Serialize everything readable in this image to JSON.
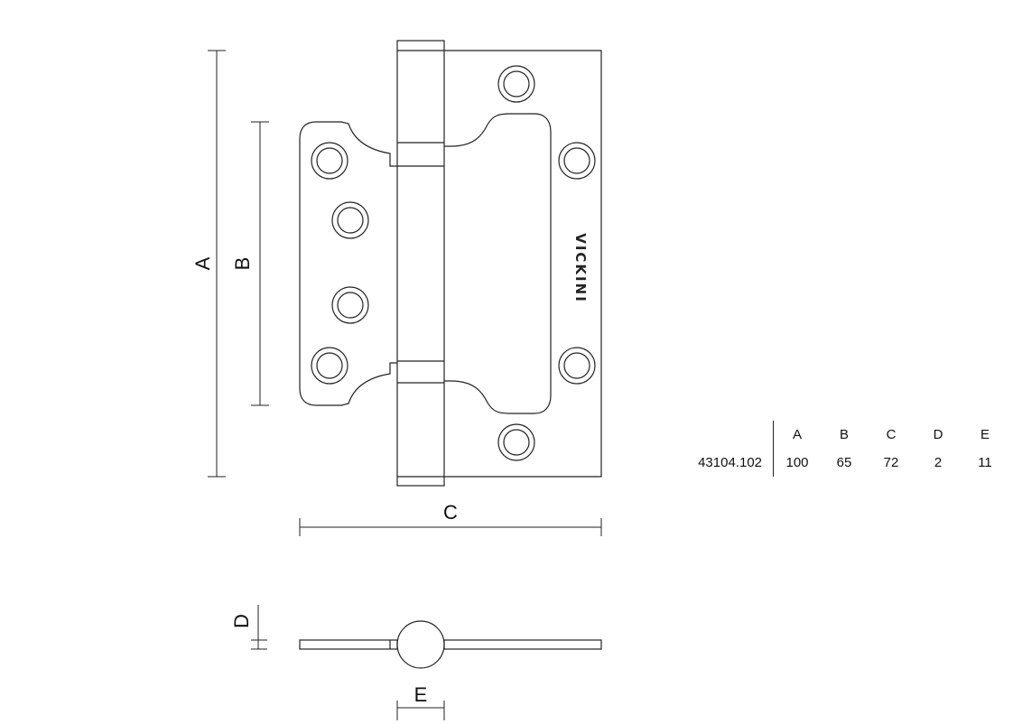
{
  "dimensions": {
    "a_label": "A",
    "b_label": "B",
    "c_label": "C",
    "d_label": "D",
    "e_label": "E"
  },
  "brand": {
    "logo_text": "VICKINI"
  },
  "spec_table": {
    "headers": [
      "A",
      "B",
      "C",
      "D",
      "E"
    ],
    "rows": [
      {
        "code": "43104.102",
        "values": [
          "100",
          "65",
          "72",
          "2",
          "11"
        ]
      }
    ]
  }
}
